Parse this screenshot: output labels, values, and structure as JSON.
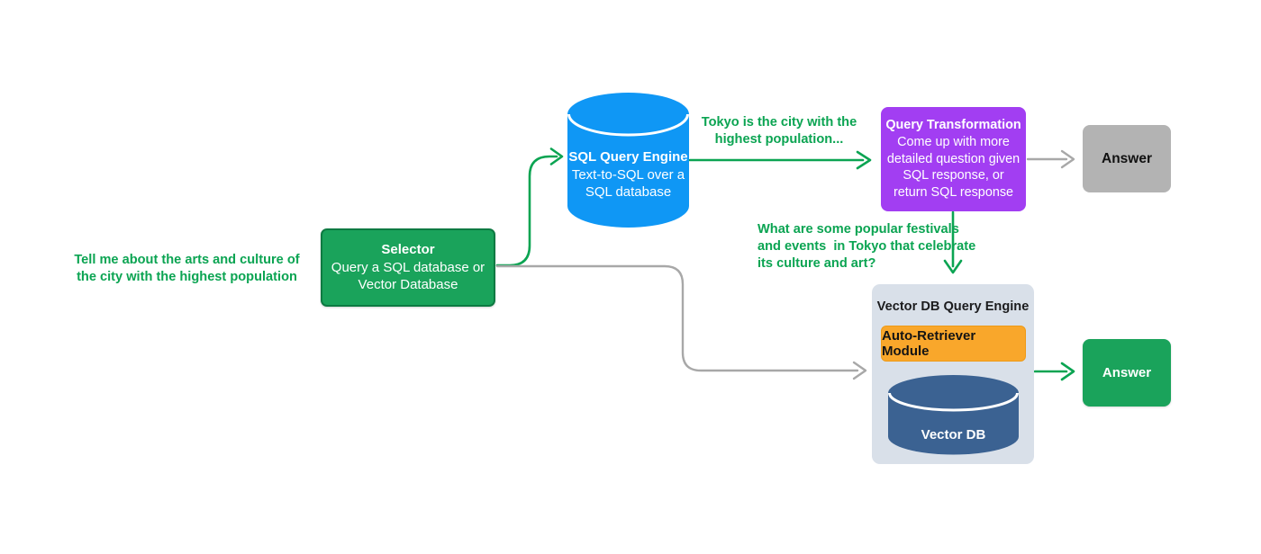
{
  "diagram": {
    "user_query": {
      "lines": [
        "Tell me about the arts and culture of",
        "the city with the highest population"
      ]
    },
    "selector": {
      "title": "Selector",
      "desc_lines": [
        "Query a SQL database or",
        "Vector Database"
      ]
    },
    "sql_engine": {
      "title": "SQL Query Engine",
      "desc_lines": [
        "Text-to-SQL over a",
        "SQL database"
      ]
    },
    "sql_response": {
      "lines": [
        "Tokyo is the city with the",
        "highest population..."
      ]
    },
    "query_transformation": {
      "title": "Query Transformation",
      "desc_lines": [
        "Come up with more",
        "detailed question given",
        "SQL response, or",
        "return SQL response"
      ]
    },
    "sql_answer": {
      "label": "Answer"
    },
    "vector_question": {
      "lines": [
        "What are some popular festivals",
        "and events  in Tokyo that celebrate",
        "its culture and art?"
      ]
    },
    "vector_engine": {
      "title": "Vector DB Query Engine",
      "retriever_label": "Auto-Retriever Module",
      "db_label": "Vector DB"
    },
    "vector_answer": {
      "label": "Answer"
    }
  },
  "colors": {
    "bg": "#ffffff",
    "green": "#0ba452",
    "green-box": "#1aa35b",
    "blue": "#0f97f5",
    "purple": "#a23ef2",
    "orange": "#f9a72b",
    "steel-blue": "#3b6292",
    "panel": "#d9e0e9",
    "gray-box": "#b3b3b3",
    "gray-line": "#a8a8a8",
    "ink": "#1c1c1e"
  }
}
